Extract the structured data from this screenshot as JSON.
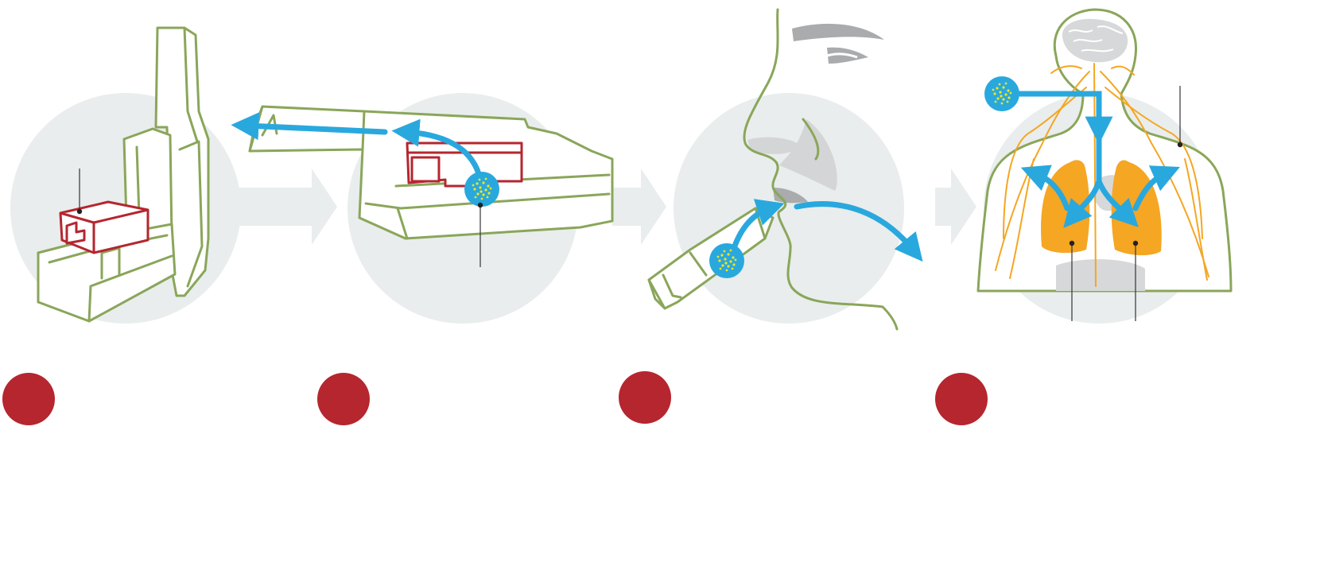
{
  "diagram": {
    "steps": [
      {
        "id": 1,
        "label": ""
      },
      {
        "id": 2,
        "label": ""
      },
      {
        "id": 3,
        "label": ""
      },
      {
        "id": 4,
        "label": ""
      }
    ],
    "colors": {
      "device_outline": "#8aa65a",
      "cartridge": "#b5262f",
      "airflow_arrow": "#29a8de",
      "particles": "#f2e61a",
      "lungs": "#f5a623",
      "background_disc": "#e9eded",
      "step_marker": "#b5262f",
      "leader_line": "#333333"
    }
  }
}
